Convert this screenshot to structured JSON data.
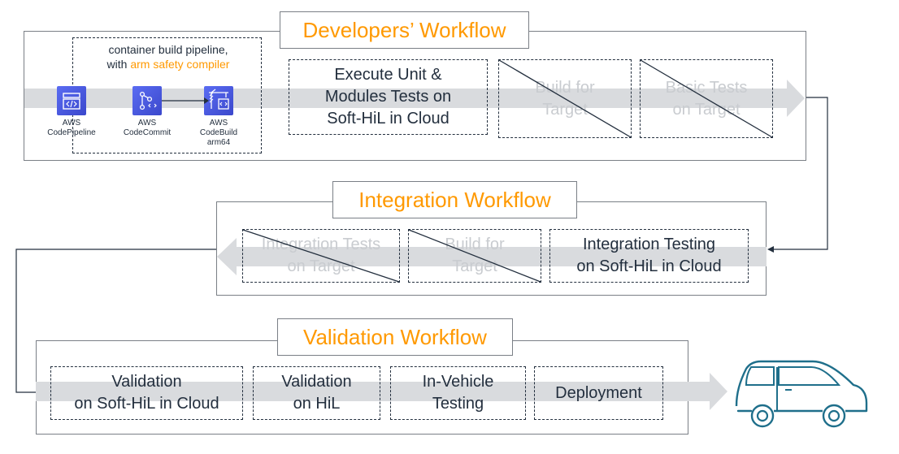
{
  "developers_workflow": {
    "title": "Developers’ Workflow",
    "pipeline": {
      "caption_line1": "container build pipeline,",
      "caption_with": "with ",
      "caption_highlight": "arm safety compiler",
      "services": [
        {
          "label": "AWS\nCodePipeline",
          "icon": "codepipeline-icon"
        },
        {
          "label": "AWS\nCodeCommit",
          "icon": "codecommit-icon"
        },
        {
          "label": "AWS\nCodeBuild\narm64",
          "icon": "codebuild-icon"
        }
      ]
    },
    "steps": [
      {
        "label": "Execute Unit &\nModules Tests on\nSoft-HiL in Cloud",
        "crossed_out": false
      },
      {
        "label": "Build for\nTarget",
        "crossed_out": true
      },
      {
        "label": "Basic Tests\non Target",
        "crossed_out": true
      }
    ]
  },
  "integration_workflow": {
    "title": "Integration Workflow",
    "steps": [
      {
        "label": "Integration Tests\non Target",
        "crossed_out": true
      },
      {
        "label": "Build for\nTarget",
        "crossed_out": true
      },
      {
        "label": "Integration Testing\non Soft-HiL in Cloud",
        "crossed_out": false
      }
    ]
  },
  "validation_workflow": {
    "title": "Validation Workflow",
    "steps": [
      {
        "label": "Validation\non Soft-HiL in Cloud"
      },
      {
        "label": "Validation\non HiL"
      },
      {
        "label": "In-Vehicle\nTesting"
      },
      {
        "label": "Deployment"
      }
    ]
  },
  "colors": {
    "accent": "#ff9900",
    "text": "#232f3e",
    "band": "#d9dbde",
    "muted_text": "#c9ccd0",
    "aws_icon": "#4d5be8",
    "car_stroke": "#1f6f8b"
  },
  "icons": [
    "codepipeline-icon",
    "codecommit-icon",
    "codebuild-icon",
    "car-icon"
  ]
}
